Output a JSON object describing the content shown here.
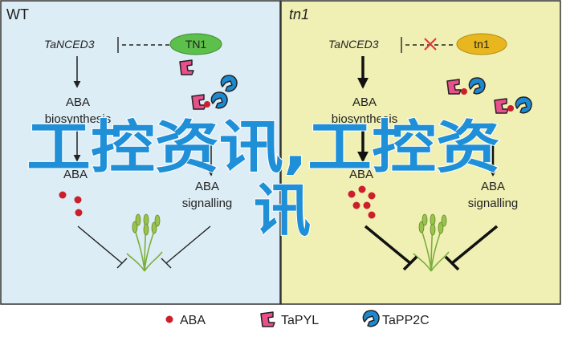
{
  "colors": {
    "wt_background": "#dcedf5",
    "tn1_background": "#f0f0b4",
    "tn1_protein_wt": "#5cc04a",
    "tn1_protein_mutant": "#e8b61e",
    "aba": "#cc1f2b",
    "tapyl": "#e94f8a",
    "tapp2c": "#1c8ad3",
    "cross": "#e5333b",
    "watermark": "#1f8fd8"
  },
  "panels": {
    "wt": {
      "title": "WT",
      "gene": "TaNCED3",
      "protein": "TN1",
      "biosynthesis": [
        "ABA",
        "biosynthesis"
      ],
      "aba": "ABA",
      "signalling": [
        "ABA",
        "signalling"
      ]
    },
    "tn1": {
      "title": "tn1",
      "gene": "TaNCED3",
      "protein": "tn1",
      "biosynthesis": [
        "ABA",
        "biosynthesis"
      ],
      "aba": "ABA",
      "signalling": [
        "ABA",
        "signalling"
      ]
    }
  },
  "legend": {
    "aba": "ABA",
    "tapyl": "TaPYL",
    "tapp2c": "TaPP2C"
  },
  "watermark": {
    "line1": "工控资讯,工控资",
    "line2": "讯"
  },
  "icons": {
    "plant": "wheat-plant-icon",
    "repression": "t-bar-inhibition"
  }
}
